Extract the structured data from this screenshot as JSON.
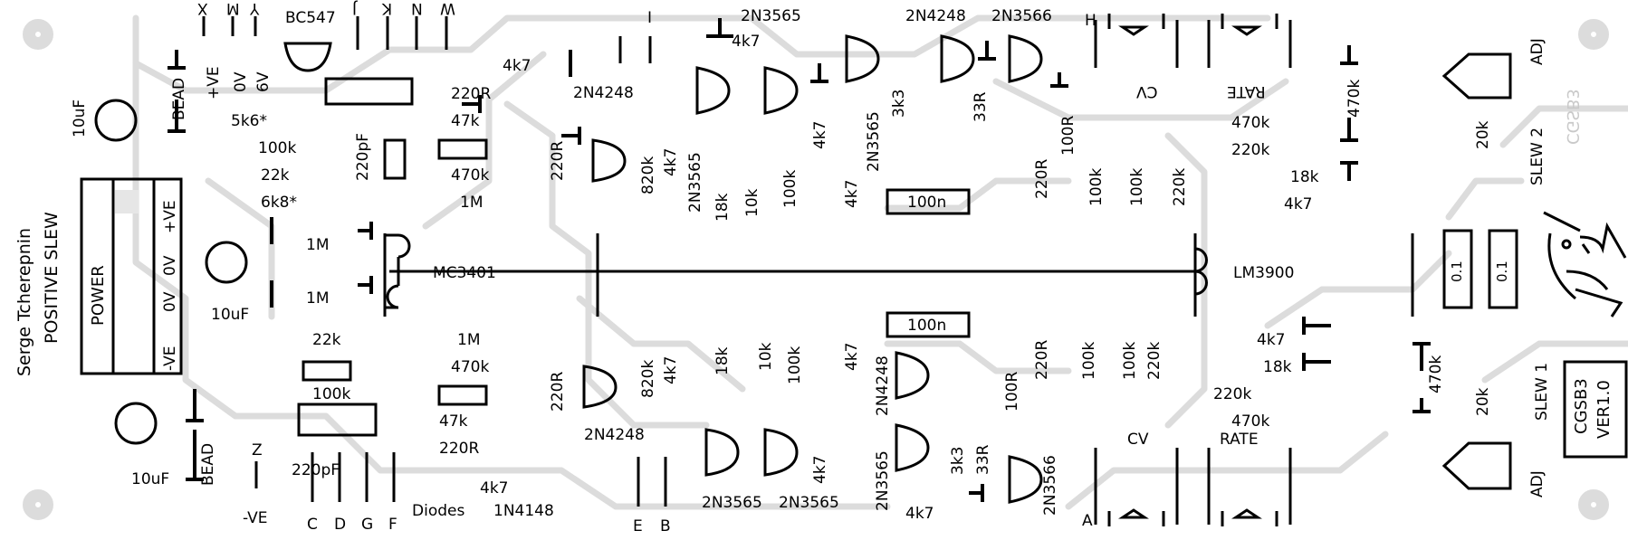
{
  "board": {
    "title_line1": "Serge Tcherepnin",
    "title_line2": "POSITIVE SLEW",
    "module_name": "CGSB3",
    "version": "VER1.0",
    "code_mirrored": "CGSB3",
    "bg_color": "#ffffff",
    "ink_color": "#000000",
    "trace_color": "#dcdcdc"
  },
  "power": {
    "label": "POWER",
    "pins": [
      "+VE",
      "0V",
      "0V",
      "-VE"
    ]
  },
  "ics": {
    "left": "MC3401",
    "right": "LM3900"
  },
  "top_pins": [
    "+VE",
    "0V",
    "6V"
  ],
  "top_letters": [
    "X",
    "M",
    "Y",
    "J",
    "K",
    "N",
    "W"
  ],
  "bottom_pins": {
    "z": "Z",
    "ve": "-VE",
    "letters": [
      "C",
      "D",
      "G",
      "F"
    ],
    "eb": [
      "E",
      "B"
    ]
  },
  "letters": {
    "h": "H",
    "a": "A",
    "i": "I"
  },
  "transistors": {
    "bc547": "BC547",
    "t_2n4248": "2N4248",
    "t_2n3565": "2N3565",
    "t_2n3566": "2N3566"
  },
  "diodes": {
    "label": "Diodes",
    "part": "1N4148"
  },
  "labels": {
    "cv_mirrored": "CV",
    "rate_mirrored": "RATE",
    "cv": "CV",
    "rate": "RATE",
    "slew1": "SLEW 1",
    "slew2": "SLEW 2",
    "adj": "ADJ"
  },
  "components": {
    "r_4k7": "4k7",
    "r_5k6": "5k6*",
    "r_6k8": "6k8*",
    "r_100k": "100k",
    "r_22k": "22k",
    "r_220r": "220R",
    "r_47k": "47k",
    "r_470k": "470k",
    "r_1m": "1M",
    "r_820k": "820k",
    "r_18k": "18k",
    "r_10k": "10k",
    "r_3k3": "3k3",
    "r_33r": "33R",
    "r_100r": "100R",
    "r_220k": "220k",
    "r_20k": "20k",
    "c_10uf": "10uF",
    "c_220pf": "220pF",
    "c_100n": "100n",
    "c_01": "0.1",
    "bead": "BEAD"
  }
}
